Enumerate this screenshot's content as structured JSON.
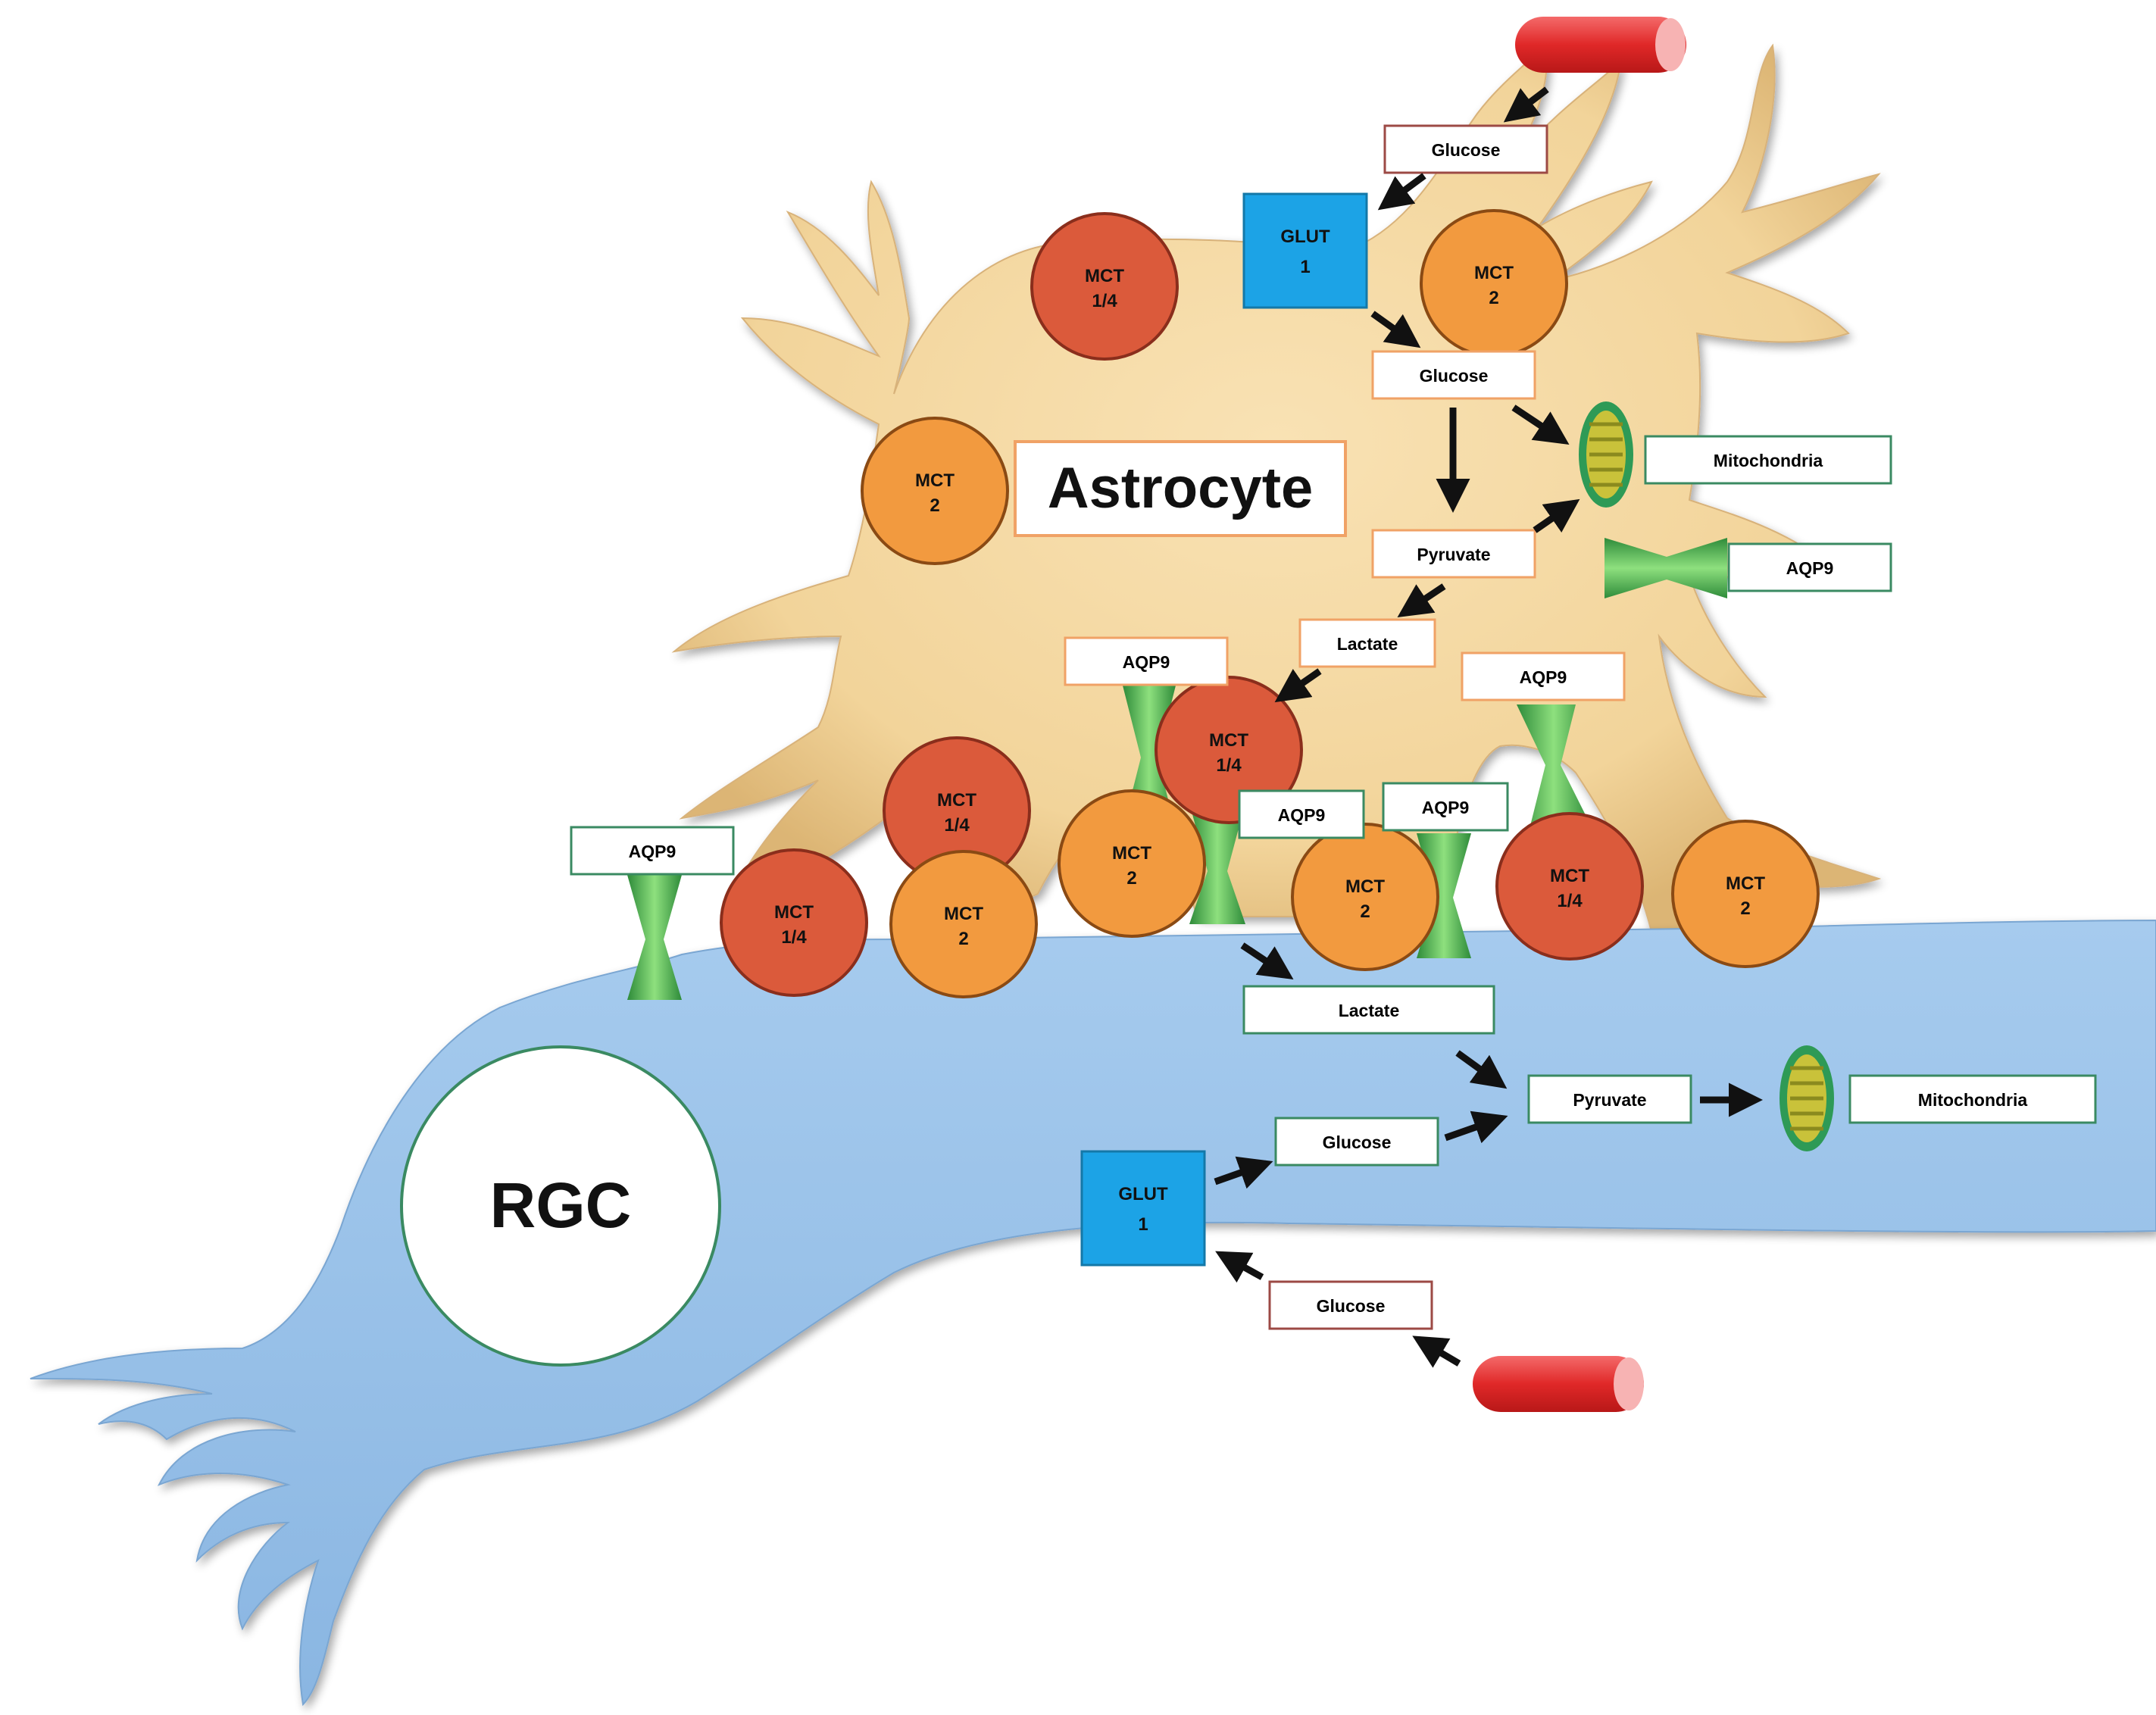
{
  "colors": {
    "astrocyte": "#f2d49a",
    "rgc": "#9ec3e8",
    "mct14": "#db5a3b",
    "mct2": "#f29a3f",
    "glut1": "#1ca3e6",
    "aqp9": "#4caf50",
    "box_orange": "#f0a266",
    "box_maroon": "#9c4a45",
    "box_green": "#3a8a62",
    "vessel": "#e23a3a"
  },
  "cells": {
    "astrocyte": "Astrocyte",
    "rgc": "RGC"
  },
  "astrocyte_labels": {
    "glucose_outside": "Glucose",
    "glucose_inside": "Glucose",
    "mitochondria": "Mitochondria",
    "pyruvate": "Pyruvate",
    "lactate": "Lactate",
    "aqp9_right": "AQP9"
  },
  "membrane_labels": {
    "aqp9_left": "AQP9",
    "aqp9_center": "AQP9",
    "aqp9_mid1": "AQP9",
    "aqp9_mid2": "AQP9",
    "aqp9_far": "AQP9"
  },
  "rgc_labels": {
    "lactate": "Lactate",
    "pyruvate": "Pyruvate",
    "mitochondria": "Mitochondria",
    "glucose_inside": "Glucose",
    "glucose_outside": "Glucose"
  },
  "transporters": {
    "glut1_top_line1": "GLUT",
    "glut1_top_line2": "1",
    "glut1_bottom_line1": "GLUT",
    "glut1_bottom_line2": "1",
    "mct14_line1": "MCT",
    "mct14_line2": "1/4",
    "mct2_line1": "MCT",
    "mct2_line2": "2"
  }
}
